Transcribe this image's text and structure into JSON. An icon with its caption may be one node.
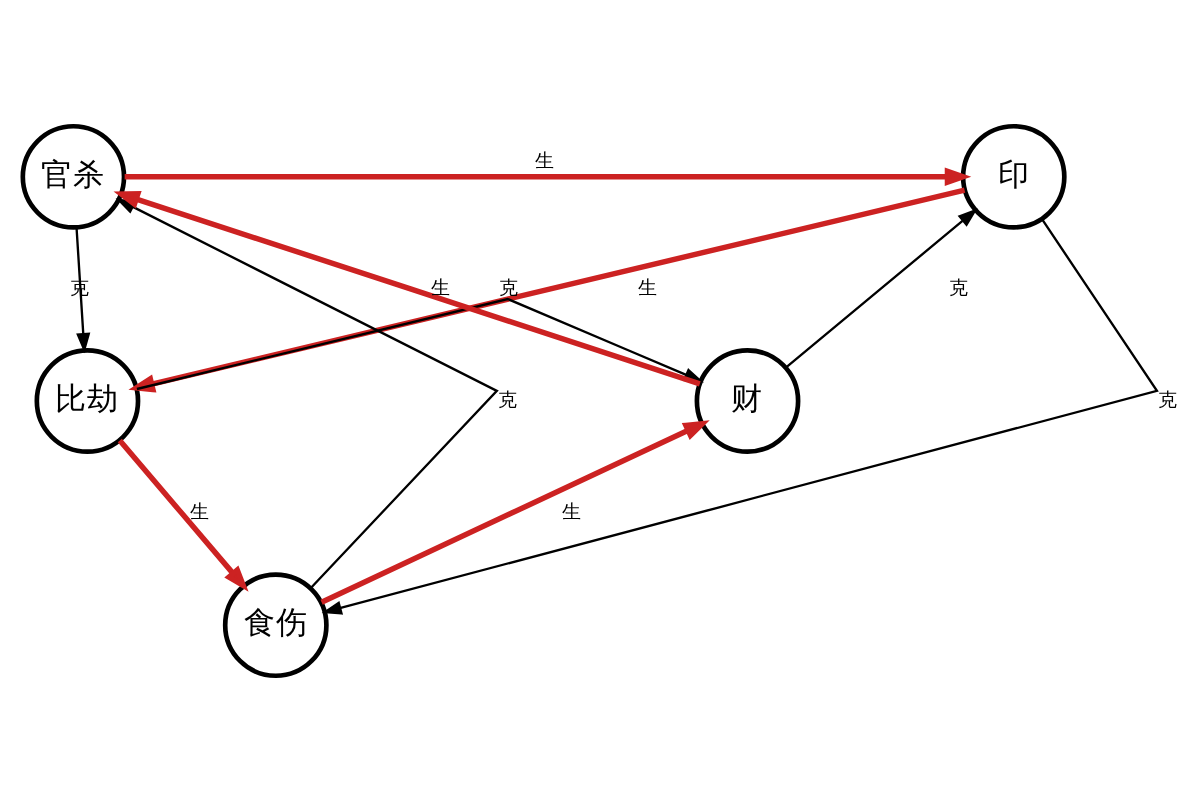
{
  "diagram": {
    "nodes": [
      {
        "text": [
          "官杀"
        ]
      },
      {
        "text": [
          "印"
        ]
      },
      {
        "text": [
          "比劫"
        ]
      },
      {
        "text": [
          "食伤"
        ]
      },
      {
        "text": [
          "财"
        ]
      }
    ],
    "edges": [
      {
        "from": 0,
        "to": 1,
        "arrow": "to",
        "label": "生",
        "color": "#cc2222",
        "style": "thick"
      },
      {
        "from": 1,
        "to": 2,
        "arrow": "to",
        "label": "生",
        "color": "#cc2222",
        "style": "thick"
      },
      {
        "from": 2,
        "to": 3,
        "arrow": "to",
        "label": "生",
        "color": "#cc2222",
        "style": "thick"
      },
      {
        "from": 3,
        "to": 4,
        "arrow": "to",
        "label": "生",
        "color": "#cc2222",
        "style": "thick"
      },
      {
        "from": 4,
        "to": 0,
        "arrow": "to",
        "label": "生",
        "color": "#cc2222",
        "style": "thick"
      },
      {
        "from": 0,
        "to": 2,
        "arrow": "to",
        "label": "克",
        "color": "#000000"
      },
      {
        "from": 2,
        "to": 4,
        "arrow": "to",
        "label": "克",
        "color": "#000000"
      },
      {
        "from": 4,
        "to": 1,
        "arrow": "to",
        "label": "克",
        "color": "#000000"
      },
      {
        "from": 1,
        "to": 3,
        "arrow": "to",
        "label": "克",
        "color": "#000000"
      },
      {
        "from": 3,
        "to": 0,
        "arrow": "to",
        "label": "克",
        "color": "#000000"
      }
    ]
  }
}
